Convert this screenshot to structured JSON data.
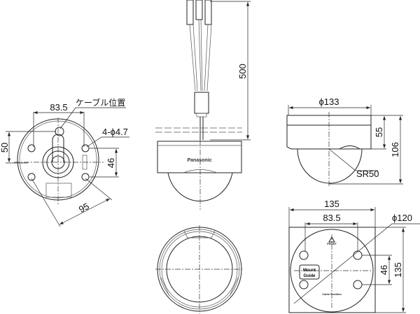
{
  "bottom_view": {
    "width_label": "83.5",
    "cable_label": "ケーブル位置",
    "height_label": "50",
    "holes_label": "4-ϕ4.7",
    "hole_spacing_label": "46",
    "diagonal_label": "95"
  },
  "front_view": {
    "cable_length_label": "500",
    "brand": "Panasonic"
  },
  "side_view": {
    "diameter_label": "ϕ133",
    "body_height_label": "55",
    "total_height_label": "106",
    "radius_label": "SR50"
  },
  "mount_guide": {
    "width_label": "135",
    "hole_width_label": "83.5",
    "diameter_label": "ϕ120",
    "hole_spacing_label": "46",
    "height_label": "135",
    "guide_text_1": "Mount",
    "guide_text_2": "Guide",
    "front_text": "FRONT",
    "cable_text": "Cable Position"
  }
}
